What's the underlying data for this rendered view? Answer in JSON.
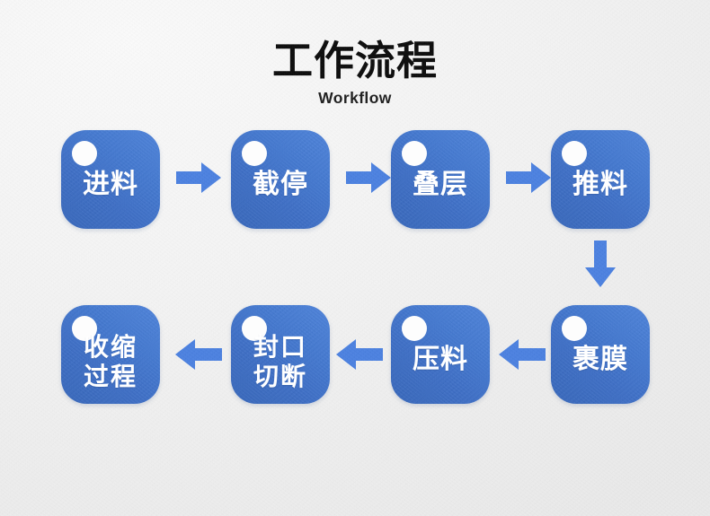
{
  "heading": {
    "title": "工作流程",
    "subtitle": "Workflow"
  },
  "colors": {
    "background": "#f0f0f0",
    "node_gradient_light": "#4e84dd",
    "node_gradient_dark": "#3768bd",
    "arrow": "#4a80e0",
    "node_text": "#ffffff",
    "dot": "#fdfdfd",
    "title_text": "#0a0a0a"
  },
  "flow": {
    "row1": [
      {
        "label": "进料",
        "lines": 1
      },
      {
        "label": "截停",
        "lines": 1
      },
      {
        "label": "叠层",
        "lines": 1
      },
      {
        "label": "推料",
        "lines": 1
      }
    ],
    "row2": [
      {
        "label": "裹膜",
        "lines": 1
      },
      {
        "label": "压料",
        "lines": 1
      },
      {
        "label": "封口\n切断",
        "lines": 2
      },
      {
        "label": "收缩\n过程",
        "lines": 2
      }
    ],
    "connectors": [
      {
        "name": "arrow-right-1",
        "direction": "right"
      },
      {
        "name": "arrow-right-2",
        "direction": "right"
      },
      {
        "name": "arrow-right-3",
        "direction": "right"
      },
      {
        "name": "arrow-down-1",
        "direction": "down"
      },
      {
        "name": "arrow-left-1",
        "direction": "left"
      },
      {
        "name": "arrow-left-2",
        "direction": "left"
      },
      {
        "name": "arrow-left-3",
        "direction": "left"
      }
    ]
  }
}
